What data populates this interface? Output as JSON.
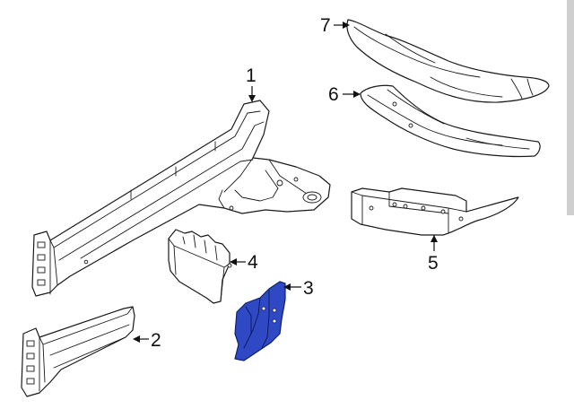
{
  "diagram": {
    "highlight_color": "#2f49c4",
    "highlight_stroke": "#10206e",
    "callouts": [
      {
        "id": "1",
        "label": "1"
      },
      {
        "id": "2",
        "label": "2"
      },
      {
        "id": "3",
        "label": "3"
      },
      {
        "id": "4",
        "label": "4"
      },
      {
        "id": "5",
        "label": "5"
      },
      {
        "id": "6",
        "label": "6"
      },
      {
        "id": "7",
        "label": "7"
      }
    ],
    "highlighted_part": "3"
  }
}
